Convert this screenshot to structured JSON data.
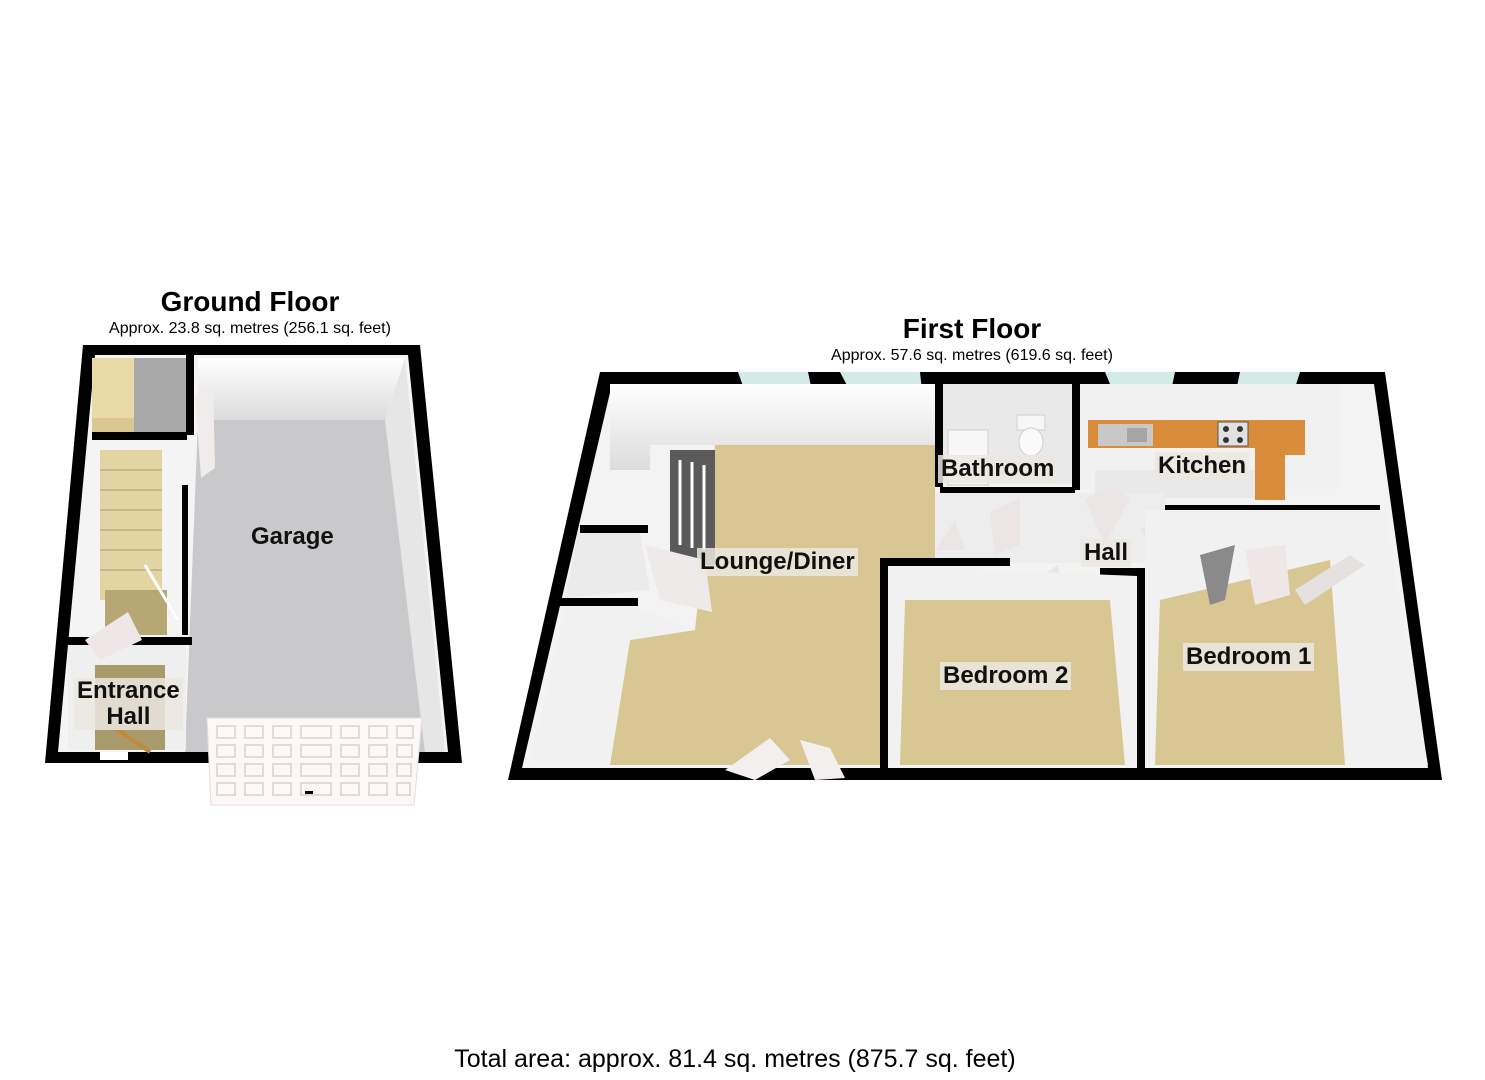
{
  "floors": [
    {
      "id": "ground",
      "title": "Ground Floor",
      "area": "Approx. 23.8 sq. metres (256.1 sq. feet)",
      "rooms": [
        {
          "name": "Garage"
        },
        {
          "name": "Entrance Hall",
          "lines": [
            "Entrance",
            "Hall"
          ]
        }
      ]
    },
    {
      "id": "first",
      "title": "First Floor",
      "area": "Approx. 57.6 sq. metres (619.6 sq. feet)",
      "rooms": [
        {
          "name": "Lounge/Diner"
        },
        {
          "name": "Bathroom"
        },
        {
          "name": "Kitchen"
        },
        {
          "name": "Hall"
        },
        {
          "name": "Bedroom 2"
        },
        {
          "name": "Bedroom 1"
        }
      ]
    }
  ],
  "total_area": "Total area: approx. 81.4 sq. metres (875.7 sq. feet)",
  "colors": {
    "wall": "#000000",
    "wall_face": "#f2f2f2",
    "carpet": "#d9c89a",
    "garage_floor": "#c8c8ca",
    "worktop": "#d98c3a",
    "window": "#cfe8e2",
    "stairs": "#e6d7a4"
  }
}
